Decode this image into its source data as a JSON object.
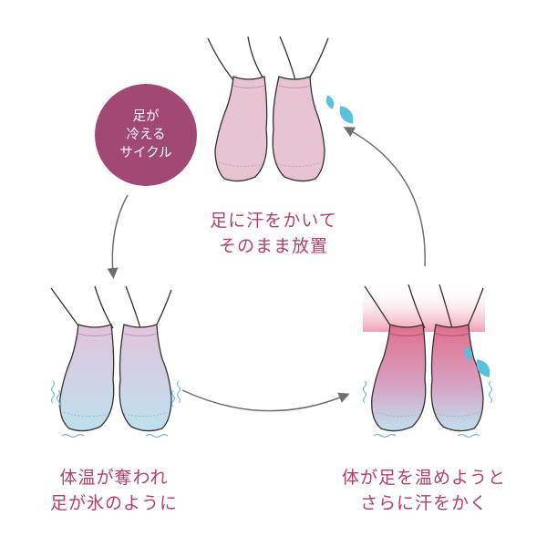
{
  "badge": {
    "lines": [
      "足が",
      "冷える",
      "サイクル"
    ],
    "color": "#a14874"
  },
  "steps": [
    {
      "lines": [
        "足に汗をかいて",
        "そのまま放置"
      ],
      "sock": "pink-sweating"
    },
    {
      "lines": [
        "体温が奪われ",
        "足が氷のように"
      ],
      "sock": "cold-blue-shivering"
    },
    {
      "lines": [
        "体が足を温めようと",
        "さらに汗をかく"
      ],
      "sock": "warm-red-sweating"
    }
  ],
  "colors": {
    "text": "#b2406f",
    "arrow": "#6e6e6e",
    "sock_pink": "#e7c3d3",
    "sock_blue": "#bfe0ec",
    "sweat": "#5bc0de",
    "warm": "#e9768f"
  }
}
